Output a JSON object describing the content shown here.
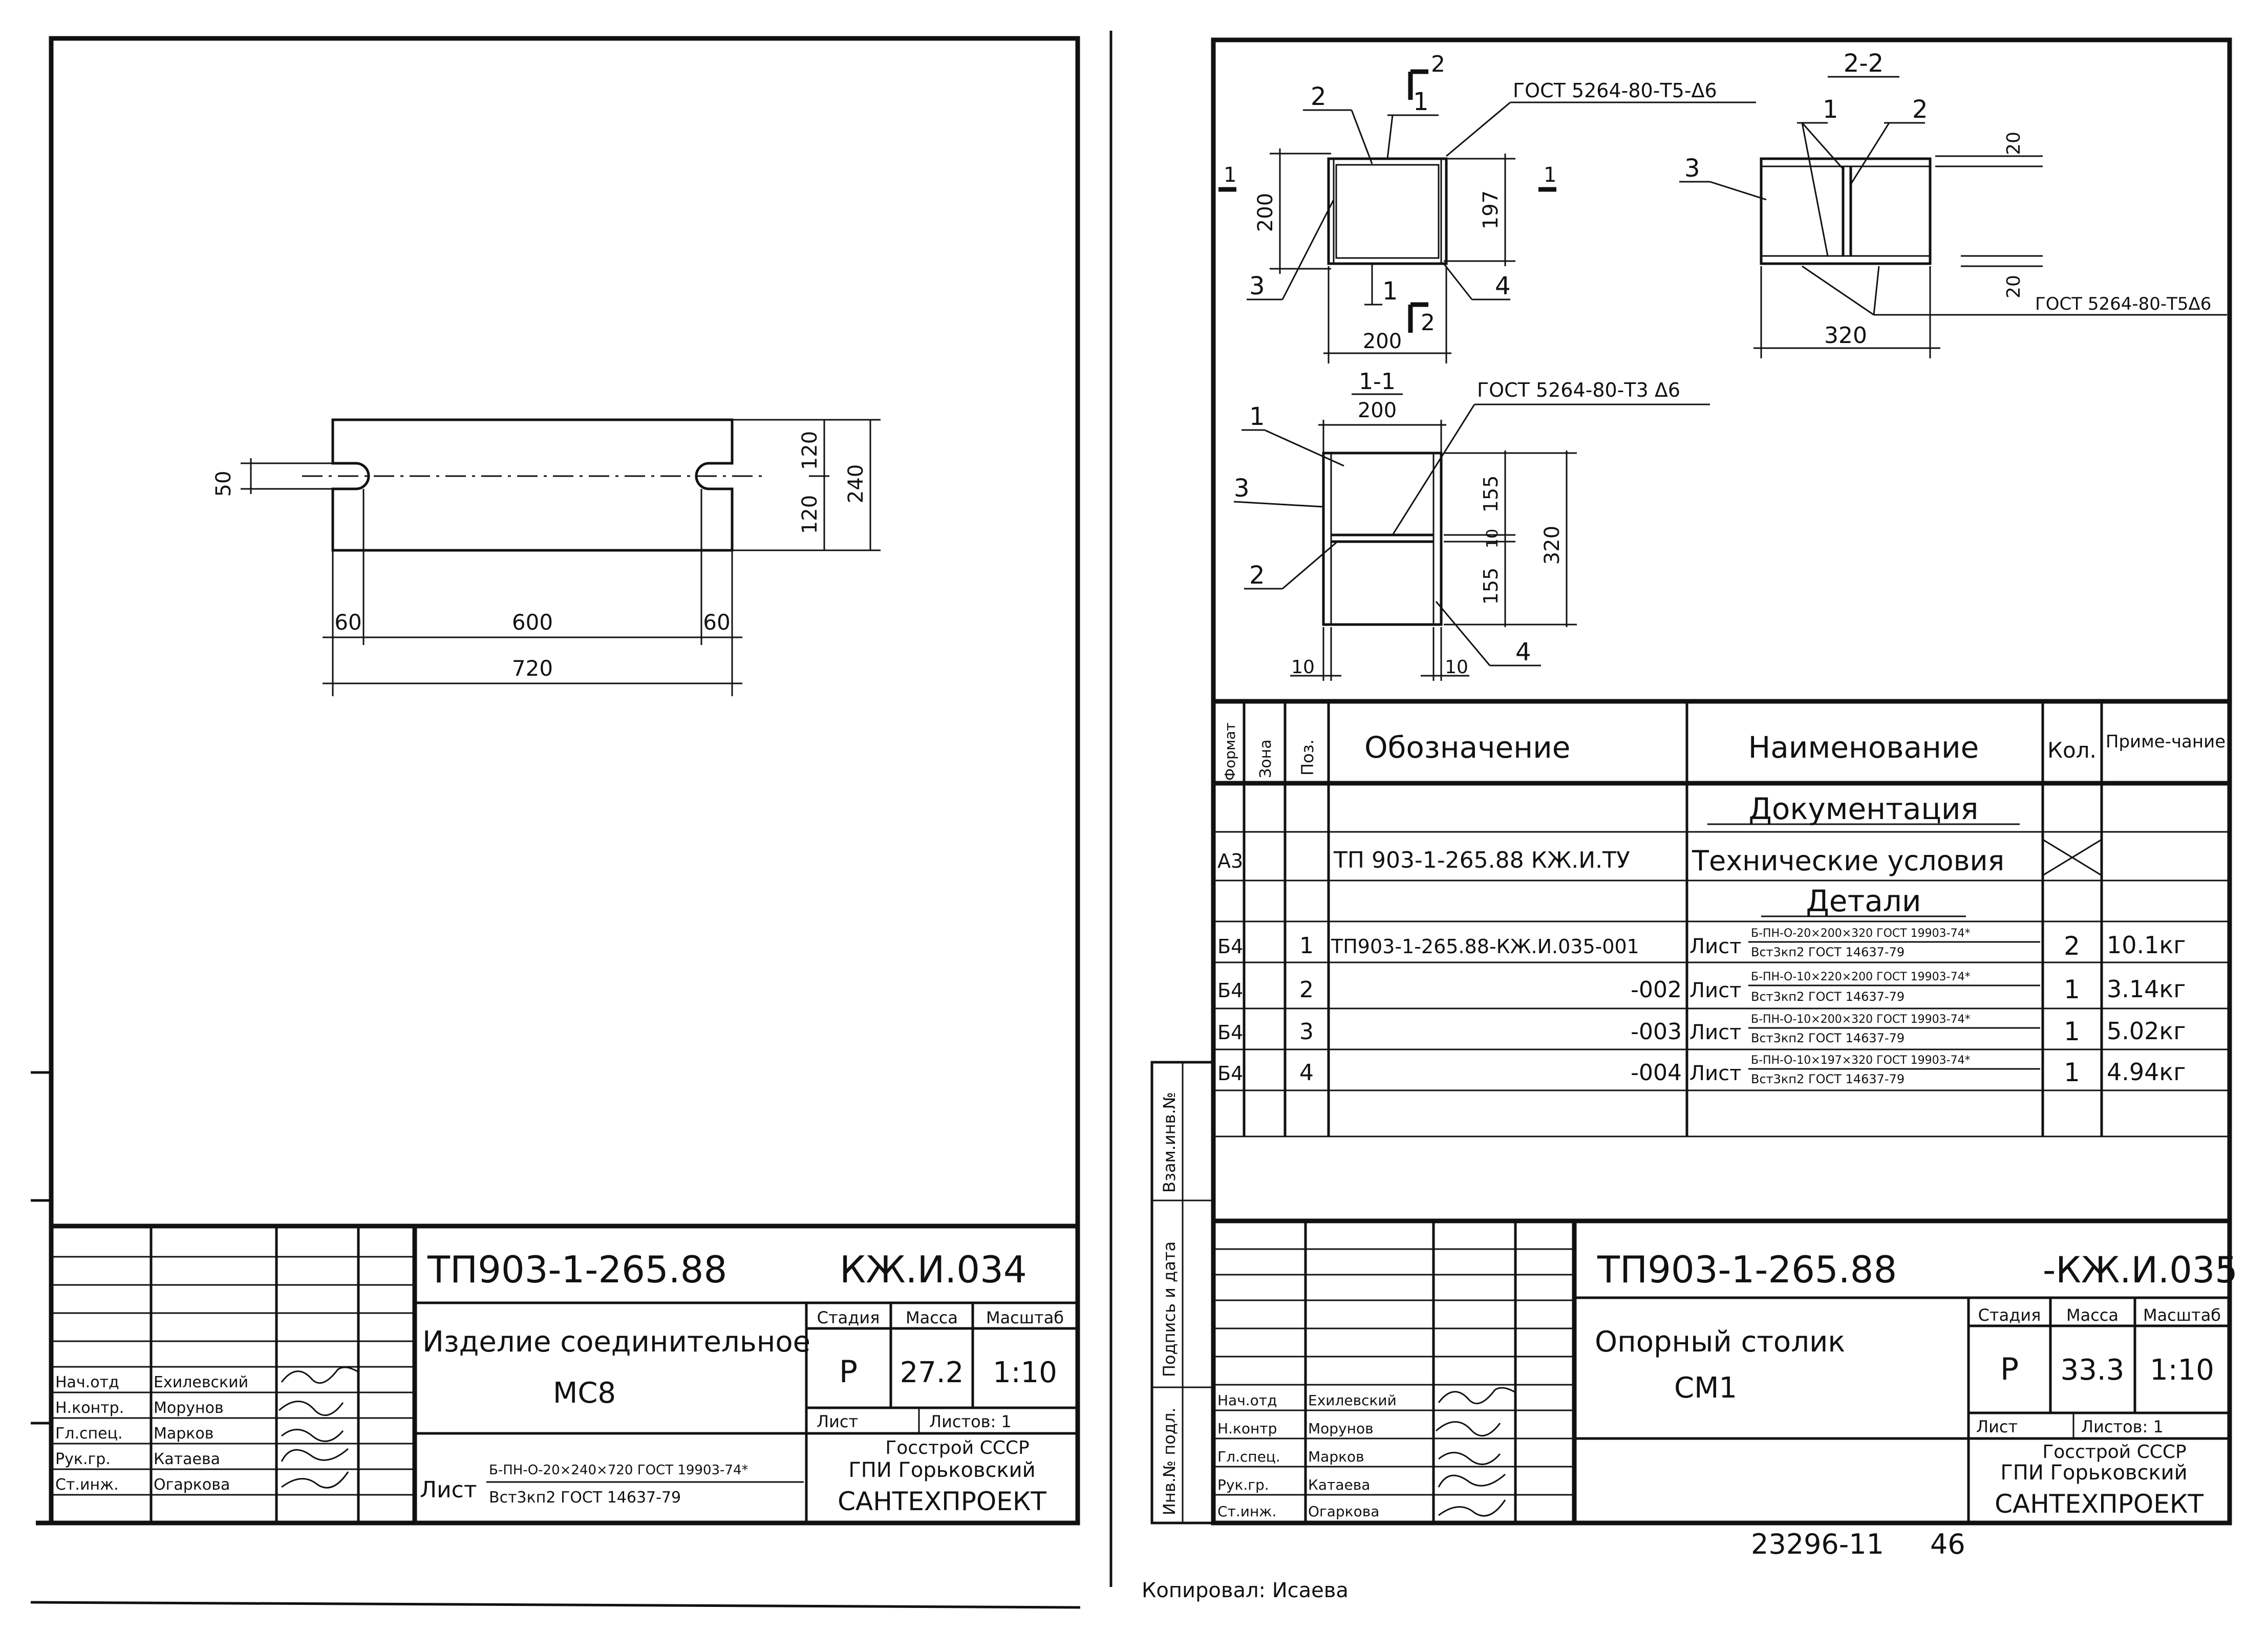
{
  "left_sheet": {
    "doc_code": "ТП903-1-265.88",
    "doc_mark": "КЖ.И.034",
    "title_line1": "Изделие соединительное",
    "title_line2": "МС8",
    "stage_label": "Стадия",
    "mass_label": "Масса",
    "scale_label": "Масштаб",
    "stage": "Р",
    "mass": "27.2",
    "scale": "1:10",
    "sheet_label": "Лист",
    "sheets_label": "Листов: 1",
    "org_line1": "Госстрой СССР",
    "org_line2": "ГПИ Горьковский",
    "org_line3": "САНТЕХПРОЕКТ",
    "material_prefix": "Лист",
    "material_top": "Б-ПН-О-20×240×720 ГОСТ 19903-74*",
    "material_bottom": "Вст3кп2 ГОСТ 14637-79",
    "signers": [
      {
        "role": "Нач.отд",
        "name": "Ехилевский"
      },
      {
        "role": "Н.контр.",
        "name": "Морунов"
      },
      {
        "role": "Гл.спец.",
        "name": "Марков"
      },
      {
        "role": "Рук.гр.",
        "name": "Катаева"
      },
      {
        "role": "Ст.инж.",
        "name": "Огаркова"
      }
    ],
    "dims": {
      "hole": "50",
      "half_height_top": "120",
      "half_height_bottom": "120",
      "height": "240",
      "edge_left": "60",
      "center": "600",
      "edge_right": "60",
      "length": "720"
    }
  },
  "right_sheet": {
    "doc_code": "ТП903-1-265.88",
    "doc_mark": "-КЖ.И.035",
    "title_line1": "Опорный столик",
    "title_line2": "СМ1",
    "stage_label": "Стадия",
    "mass_label": "Масса",
    "scale_label": "Масштаб",
    "stage": "Р",
    "mass": "33.3",
    "scale": "1:10",
    "sheet_label": "Лист",
    "sheets_label": "Листов: 1",
    "org_line1": "Госстрой СССР",
    "org_line2": "ГПИ Горьковский",
    "org_line3": "САНТЕХПРОЕКТ",
    "signers": [
      {
        "role": "Нач.отд",
        "name": "Ехилевский"
      },
      {
        "role": "Н.контр",
        "name": "Морунов"
      },
      {
        "role": "Гл.спец.",
        "name": "Марков"
      },
      {
        "role": "Рук.гр.",
        "name": "Катаева"
      },
      {
        "role": "Ст.инж.",
        "name": "Огаркова"
      }
    ],
    "side_stamp": [
      "Инв.№ подл.",
      "Подпись и дата",
      "Взам.инв.№"
    ],
    "sheet_number": "23296-11",
    "page_number": "46",
    "weld_top": "ГОСТ 5264-80-Т5-Δ6",
    "weld_right": "ГОСТ 5264-80-Т5Δ6",
    "weld_bottom": "ГОСТ 5264-80-Т3 Δ6",
    "views": {
      "plan_dims": {
        "h": "200",
        "w": "200",
        "inner": "197",
        "cut1": "1",
        "cut2": "2"
      },
      "section22": {
        "label": "2-2",
        "t1": "20",
        "t2": "20",
        "w": "320"
      },
      "section11": {
        "label": "1-1",
        "w": "200",
        "h": "320",
        "a": "155",
        "b": "10",
        "c": "155",
        "p1": "10",
        "p2": "10"
      }
    },
    "positions": [
      "1",
      "2",
      "3",
      "4"
    ],
    "spec_table": {
      "headers": {
        "format": "Формат",
        "zone": "Зона",
        "pos": "Поз.",
        "designation": "Обозначение",
        "name": "Наименование",
        "qty": "Кол.",
        "note": "Приме-чание"
      },
      "section_docs": "Документация",
      "doc_row": {
        "format": "А3",
        "designation": "ТП 903-1-265.88 КЖ.И.ТУ",
        "name": "Технические условия"
      },
      "section_details": "Детали",
      "rows": [
        {
          "format": "Б4",
          "pos": "1",
          "designation": "ТП903-1-265.88-КЖ.И.035-001",
          "name_prefix": "Лист",
          "name_top": "Б-ПН-О-20×200×320 ГОСТ 19903-74*",
          "name_bottom": "Вст3кп2 ГОСТ 14637-79",
          "qty": "2",
          "note": "10.1кг"
        },
        {
          "format": "Б4",
          "pos": "2",
          "designation": "-002",
          "name_prefix": "Лист",
          "name_top": "Б-ПН-О-10×220×200 ГОСТ 19903-74*",
          "name_bottom": "Вст3кп2 ГОСТ 14637-79",
          "qty": "1",
          "note": "3.14кг"
        },
        {
          "format": "Б4",
          "pos": "3",
          "designation": "-003",
          "name_prefix": "Лист",
          "name_top": "Б-ПН-О-10×200×320 ГОСТ 19903-74*",
          "name_bottom": "Вст3кп2 ГОСТ 14637-79",
          "qty": "1",
          "note": "5.02кг"
        },
        {
          "format": "Б4",
          "pos": "4",
          "designation": "-004",
          "name_prefix": "Лист",
          "name_top": "Б-ПН-О-10×197×320 ГОСТ 19903-74*",
          "name_bottom": "Вст3кп2 ГОСТ 14637-79",
          "qty": "1",
          "note": "4.94кг"
        }
      ]
    }
  },
  "footer": {
    "copied_by": "Копировал: Исаева"
  }
}
